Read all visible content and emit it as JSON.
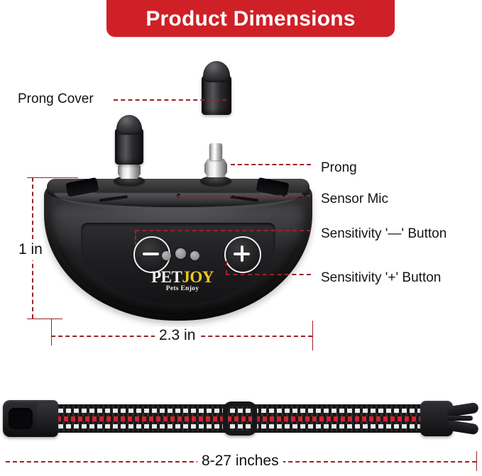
{
  "banner": {
    "title": "Product Dimensions",
    "color": "#cf2027"
  },
  "labels": {
    "prong_cover": "Prong Cover",
    "prong": "Prong",
    "sensor_mic": "Sensor Mic",
    "sensitivity_minus": "Sensitivity '—' Button",
    "sensitivity_plus": "Sensitivity '+' Button"
  },
  "dimensions": {
    "height": "1 in",
    "width": "2.3 in",
    "collar_length": "8-27 inches"
  },
  "device": {
    "brand_pet": "PET",
    "brand_joy": "JOY",
    "brand_tagline": "Pets Enjoy",
    "minus_symbol": "—",
    "plus_symbol": "+",
    "led_count": 3,
    "body_color": "#1d1d1f",
    "accent_color": "#e8c823"
  },
  "collar": {
    "webbing_color": "#17171a",
    "reflective_stripe_color": "#e9e9e9",
    "center_stripe_color": "#d3232b"
  },
  "leader_line_color": "#9b2226"
}
